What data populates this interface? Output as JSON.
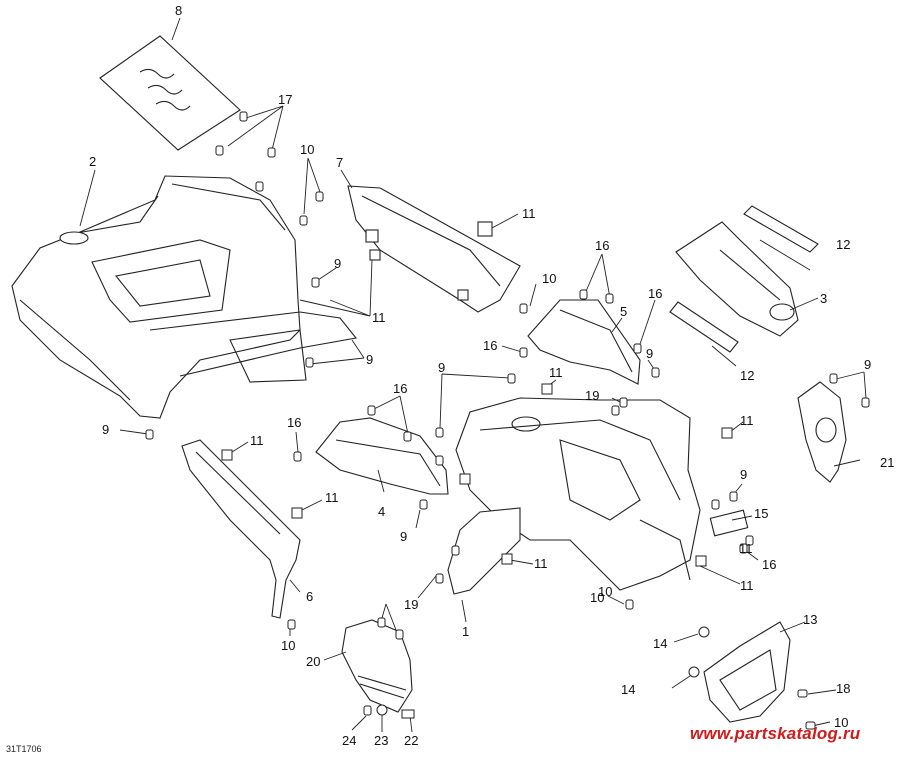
{
  "diagram": {
    "footer_code": "31T1706",
    "watermark": "www.partskatalog.ru",
    "callouts": [
      "8",
      "17",
      "2",
      "10",
      "7",
      "11",
      "9",
      "11",
      "9",
      "10",
      "16",
      "5",
      "16",
      "16",
      "9",
      "12",
      "3",
      "12",
      "9",
      "21",
      "9",
      "11",
      "16",
      "4",
      "9",
      "16",
      "11",
      "11",
      "19",
      "6",
      "10",
      "11",
      "9",
      "10",
      "1",
      "19",
      "11",
      "9",
      "15",
      "16",
      "11",
      "11",
      "10",
      "20",
      "14",
      "13",
      "14",
      "18",
      "10",
      "24",
      "23",
      "22"
    ]
  },
  "colors": {
    "line": "#222222",
    "watermark": "#d21a1a",
    "background": "#ffffff"
  }
}
